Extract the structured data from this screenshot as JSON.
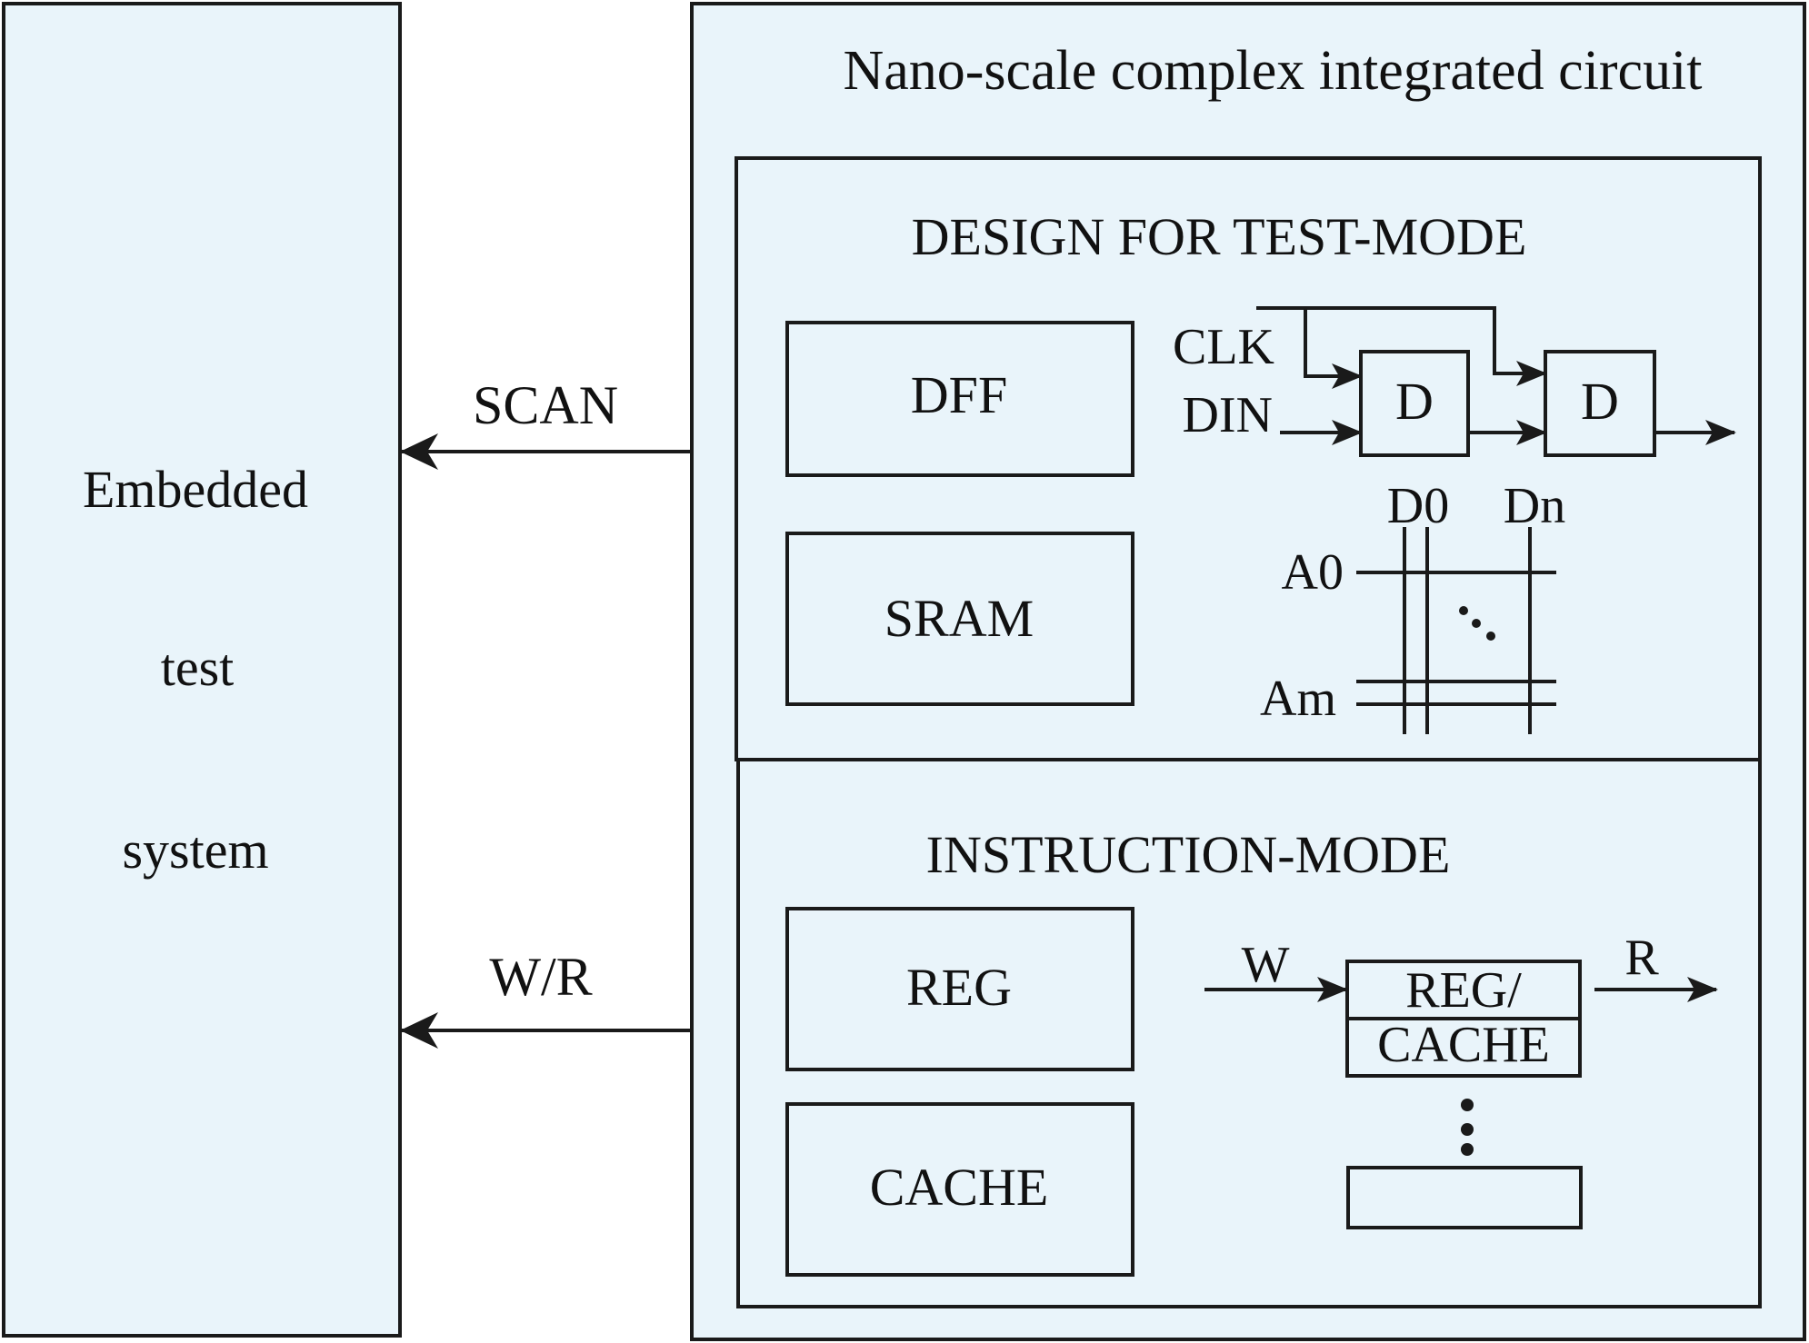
{
  "colors": {
    "panel_fill": "#e9f4fa",
    "stroke": "#1a1a1a",
    "background": "#ffffff"
  },
  "left_block": {
    "lines": [
      "Embedded",
      "test",
      "system"
    ]
  },
  "links": {
    "scan_label": "SCAN",
    "wr_label": "W/R"
  },
  "chip": {
    "title": "Nano-scale complex integrated circuit",
    "dft": {
      "title": "DESIGN FOR TEST-MODE",
      "blocks": [
        "DFF",
        "SRAM"
      ],
      "scan_chain": {
        "clk_label": "CLK",
        "din_label": "DIN",
        "flipflop_label": "D"
      },
      "sram_array": {
        "col_first": "D0",
        "col_last": "Dn",
        "row_first": "A0",
        "row_last": "Am"
      }
    },
    "instruction": {
      "title": "INSTRUCTION-MODE",
      "blocks": [
        "REG",
        "CACHE"
      ],
      "regfile": {
        "write_label": "W",
        "read_label": "R",
        "cell_line1": "REG/",
        "cell_line2": "CACHE"
      }
    }
  }
}
